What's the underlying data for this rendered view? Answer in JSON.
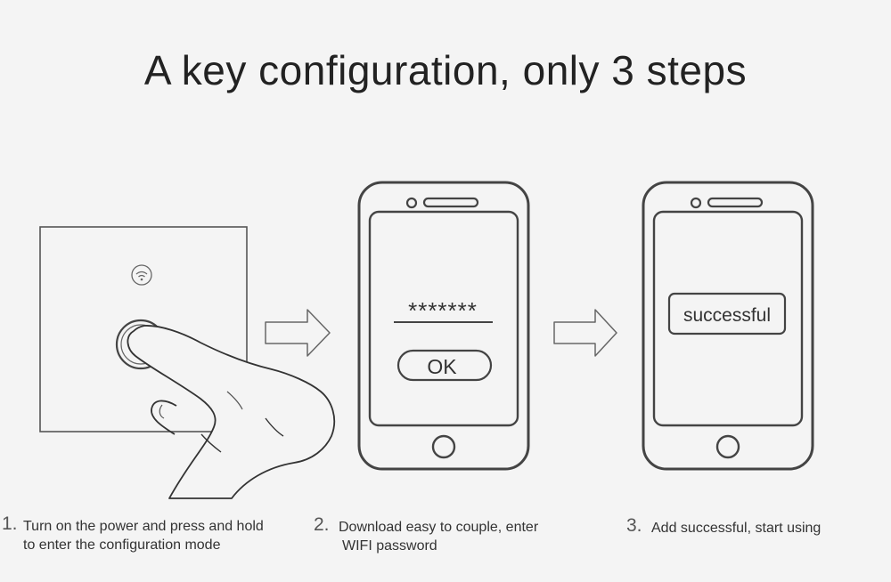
{
  "title": "A key configuration, only 3 steps",
  "screen": {
    "password_mask": "*******",
    "ok_label": "OK",
    "success_label": "successful"
  },
  "steps": [
    {
      "number": "1.",
      "line1": "Turn on the power and press and hold",
      "line2": "to enter the configuration mode"
    },
    {
      "number": "2.",
      "line1": "Download easy to couple, enter",
      "line2": "WIFI password"
    },
    {
      "number": "3.",
      "line1": "Add successful, start using",
      "line2": ""
    }
  ]
}
